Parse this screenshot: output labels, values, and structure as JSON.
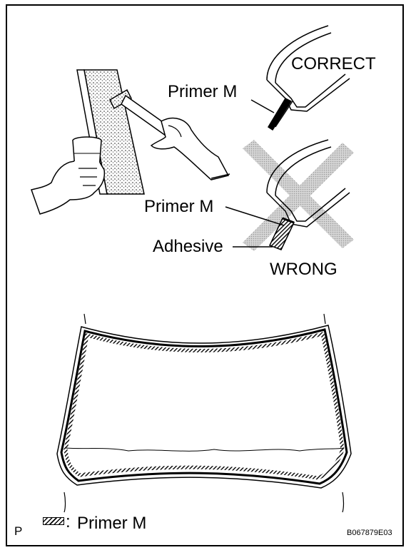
{
  "labels": {
    "correct": "CORRECT",
    "primer_m_top": "Primer M",
    "primer_m_mid": "Primer M",
    "adhesive": "Adhesive",
    "wrong": "WRONG"
  },
  "legend": {
    "p_mark": "P",
    "colon": ":",
    "text": "Primer M"
  },
  "figure_code": "B067879E03",
  "icons": [
    "hand-with-brush-icon",
    "hand-with-cup-icon",
    "windshield-icon",
    "cross-mark-icon"
  ],
  "colors": {
    "ink": "#000000",
    "cross": "#b9b9b9",
    "background": "#ffffff"
  }
}
